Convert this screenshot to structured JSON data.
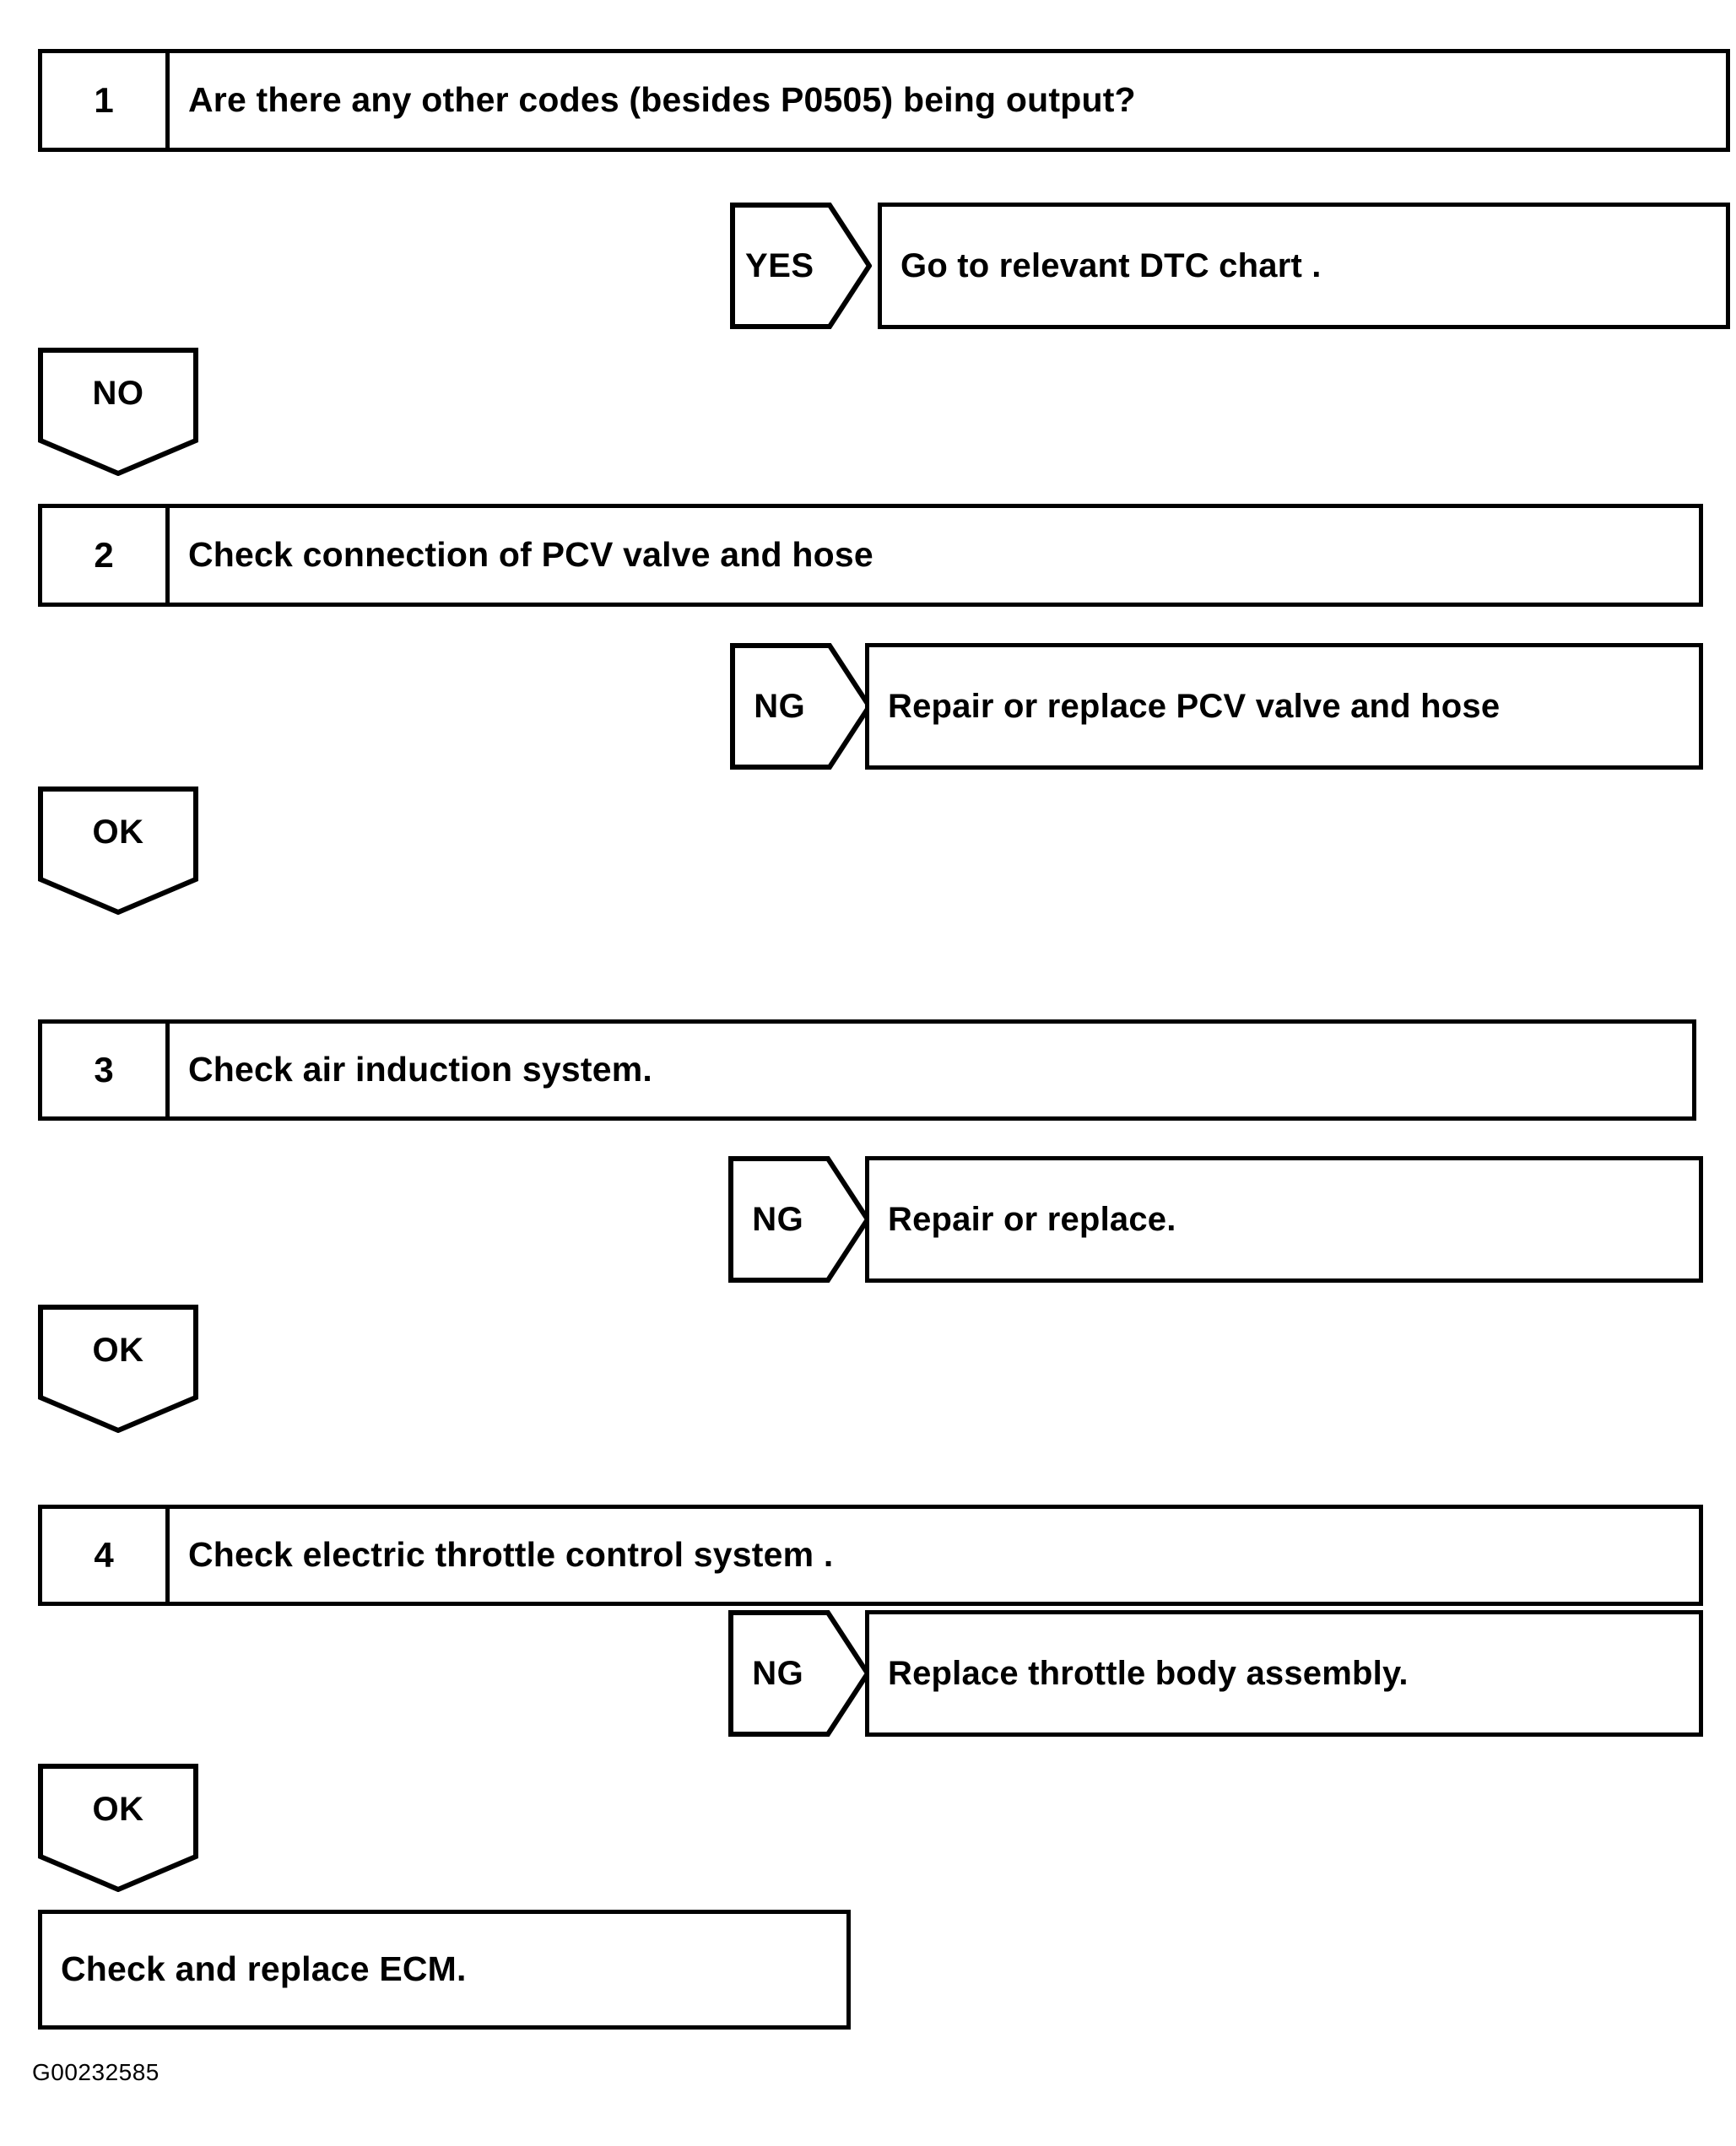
{
  "document": {
    "type": "diagnostic-flowchart",
    "figure_id": "G00232585"
  },
  "steps": [
    {
      "number": "1",
      "text": "Are there any other codes (besides P0505) being output?",
      "branch": {
        "tag": "YES",
        "result": "Go to relevant DTC chart ."
      },
      "continue_tag": "NO"
    },
    {
      "number": "2",
      "text": "Check connection of PCV valve and hose",
      "branch": {
        "tag": "NG",
        "result": "Repair or replace PCV valve and hose"
      },
      "continue_tag": "OK"
    },
    {
      "number": "3",
      "text": "Check air induction system.",
      "branch": {
        "tag": "NG",
        "result": "Repair or replace."
      },
      "continue_tag": "OK"
    },
    {
      "number": "4",
      "text": "Check electric throttle control system .",
      "branch": {
        "tag": "NG",
        "result": "Replace throttle body assembly."
      },
      "continue_tag": "OK"
    }
  ],
  "terminal": {
    "text": "Check and replace ECM."
  }
}
